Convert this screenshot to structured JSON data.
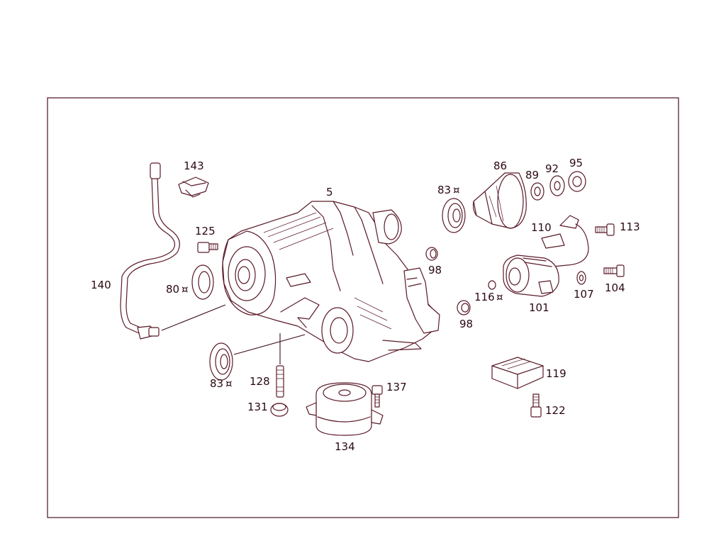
{
  "labels": {
    "p5": "5",
    "p83a": "83",
    "p83b": "83",
    "p86": "86",
    "p89": "89",
    "p92": "92",
    "p95": "95",
    "p98a": "98",
    "p98b": "98",
    "p101": "101",
    "p104": "104",
    "p107": "107",
    "p110": "110",
    "p113": "113",
    "p116": "116",
    "p119": "119",
    "p122": "122",
    "p125": "125",
    "p128": "128",
    "p131": "131",
    "p134": "134",
    "p137": "137",
    "p140": "140",
    "p143": "143",
    "p80": "80"
  },
  "marker_symbol": "¤",
  "colors": {
    "line": "#5a1a28",
    "text": "#2a0810",
    "background": "#ffffff"
  }
}
